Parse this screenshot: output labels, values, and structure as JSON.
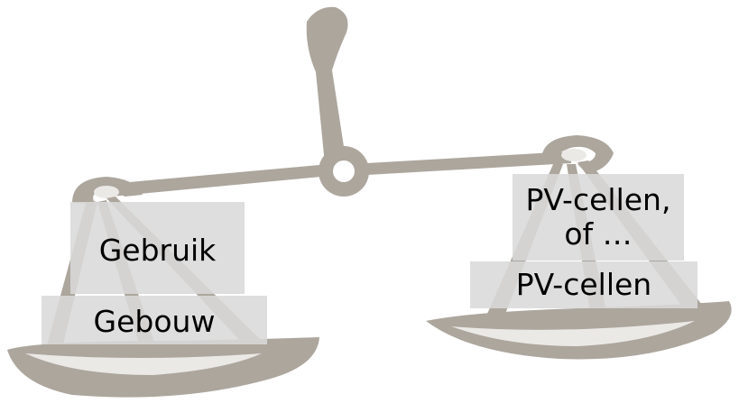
{
  "colors": {
    "scale": "#aca69d",
    "scale_light": "#ebe9e6",
    "label_background": "#d9d9d9",
    "text": "#000000"
  },
  "left_pan": {
    "upper_label": "Gebruik",
    "lower_label": "Gebouw"
  },
  "right_pan": {
    "upper_label_line1": "PV-cellen,",
    "upper_label_line2": "of …",
    "lower_label": "PV-cellen"
  }
}
